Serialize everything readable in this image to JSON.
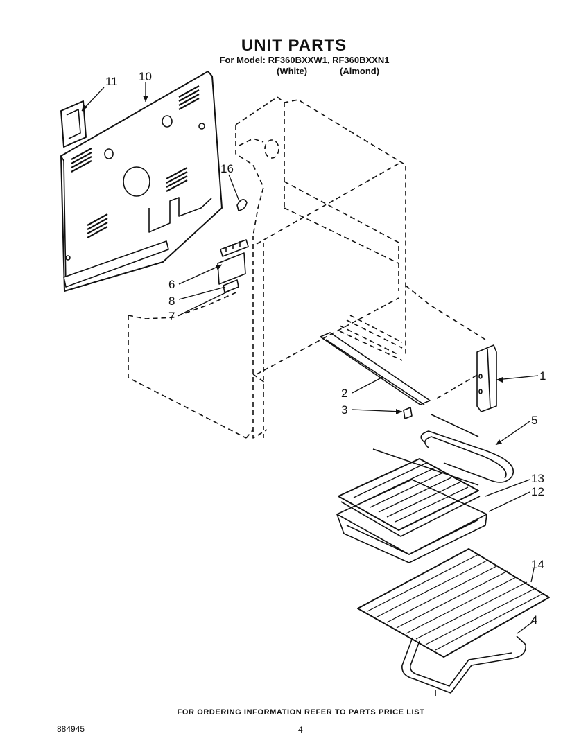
{
  "header": {
    "title": "UNIT PARTS",
    "model_line": "For Model: RF360BXXW1, RF360BXXN1",
    "variants": [
      "(White)",
      "(Almond)"
    ]
  },
  "callouts": [
    "1",
    "2",
    "3",
    "4",
    "5",
    "6",
    "7",
    "8",
    "10",
    "11",
    "12",
    "13",
    "14",
    "16"
  ],
  "footer": {
    "ordering_note": "FOR ORDERING INFORMATION REFER TO PARTS PRICE LIST",
    "document_number": "884945",
    "page_number": "4"
  }
}
